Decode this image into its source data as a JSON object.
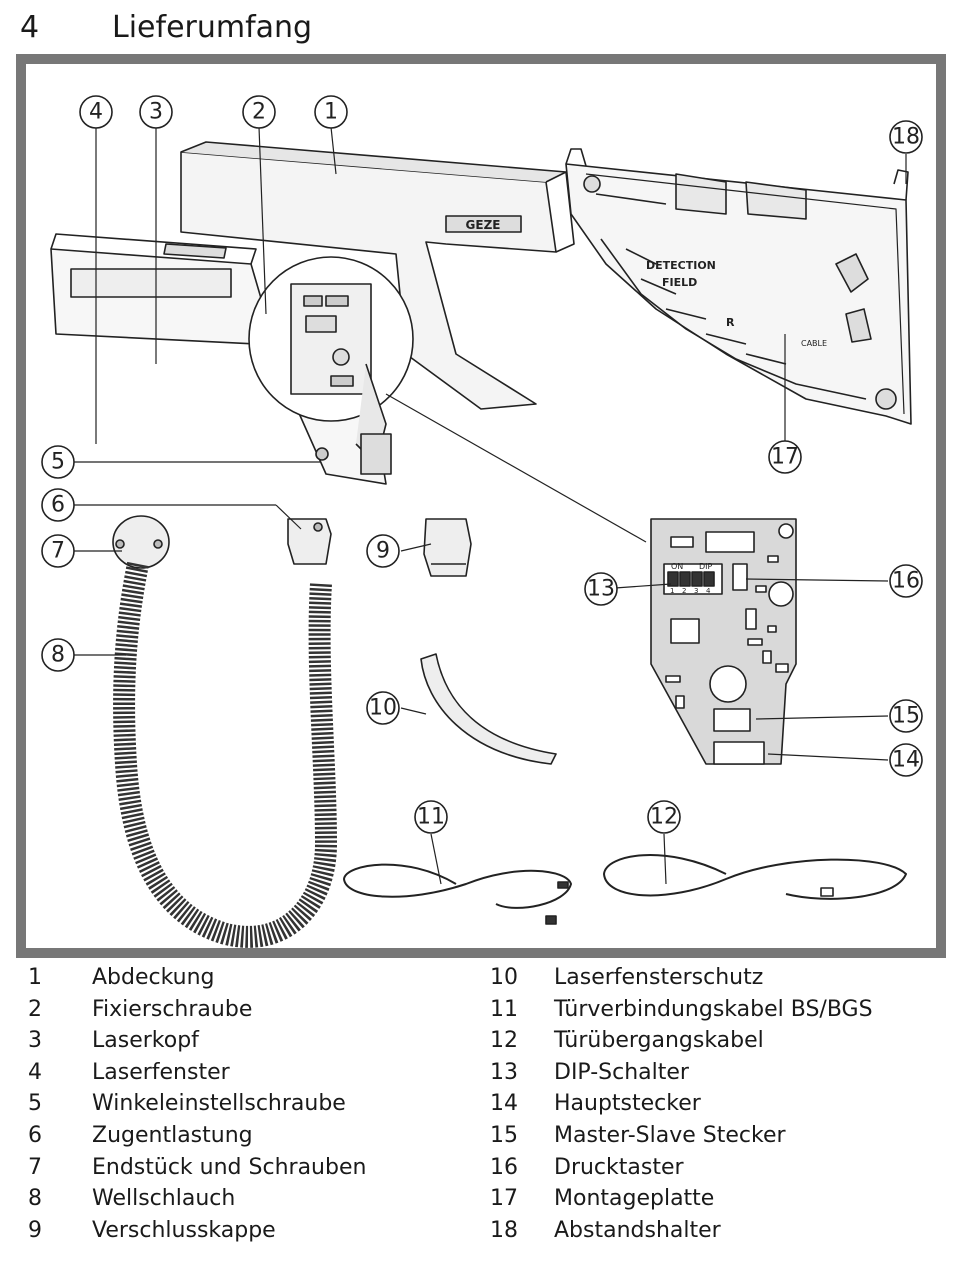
{
  "section": {
    "number": "4",
    "title": "Lieferumfang"
  },
  "figure": {
    "callouts": [
      "1",
      "2",
      "3",
      "4",
      "5",
      "6",
      "7",
      "8",
      "9",
      "10",
      "11",
      "12",
      "13",
      "14",
      "15",
      "16",
      "17",
      "18"
    ],
    "labels": {
      "brand": "GEZE",
      "detection": "DETECTION",
      "field": "FIELD",
      "r": "R",
      "cable": "CABLE",
      "dip_on": "ON",
      "dip_dip": "DIP",
      "dip_nums": [
        "1",
        "2",
        "3",
        "4"
      ]
    },
    "colors": {
      "frame": "#777777",
      "line": "#222222",
      "fill_light": "#f2f2f2",
      "fill_mid": "#d9d9d9"
    }
  },
  "legend": {
    "left": [
      {
        "num": "1",
        "text": "Abdeckung"
      },
      {
        "num": "2",
        "text": "Fixierschraube"
      },
      {
        "num": "3",
        "text": "Laserkopf"
      },
      {
        "num": "4",
        "text": "Laserfenster"
      },
      {
        "num": "5",
        "text": "Winkeleinstellschraube"
      },
      {
        "num": "6",
        "text": "Zugentlastung"
      },
      {
        "num": "7",
        "text": "Endstück und Schrauben"
      },
      {
        "num": "8",
        "text": "Wellschlauch"
      },
      {
        "num": "9",
        "text": "Verschlusskappe"
      }
    ],
    "right": [
      {
        "num": "10",
        "text": "Laserfensterschutz"
      },
      {
        "num": "11",
        "text": "Türverbindungskabel BS/BGS"
      },
      {
        "num": "12",
        "text": "Türübergangskabel"
      },
      {
        "num": "13",
        "text": "DIP-Schalter"
      },
      {
        "num": "14",
        "text": "Hauptstecker"
      },
      {
        "num": "15",
        "text": "Master-Slave Stecker"
      },
      {
        "num": "16",
        "text": "Drucktaster"
      },
      {
        "num": "17",
        "text": "Montageplatte"
      },
      {
        "num": "18",
        "text": "Abstandshalter"
      }
    ]
  }
}
